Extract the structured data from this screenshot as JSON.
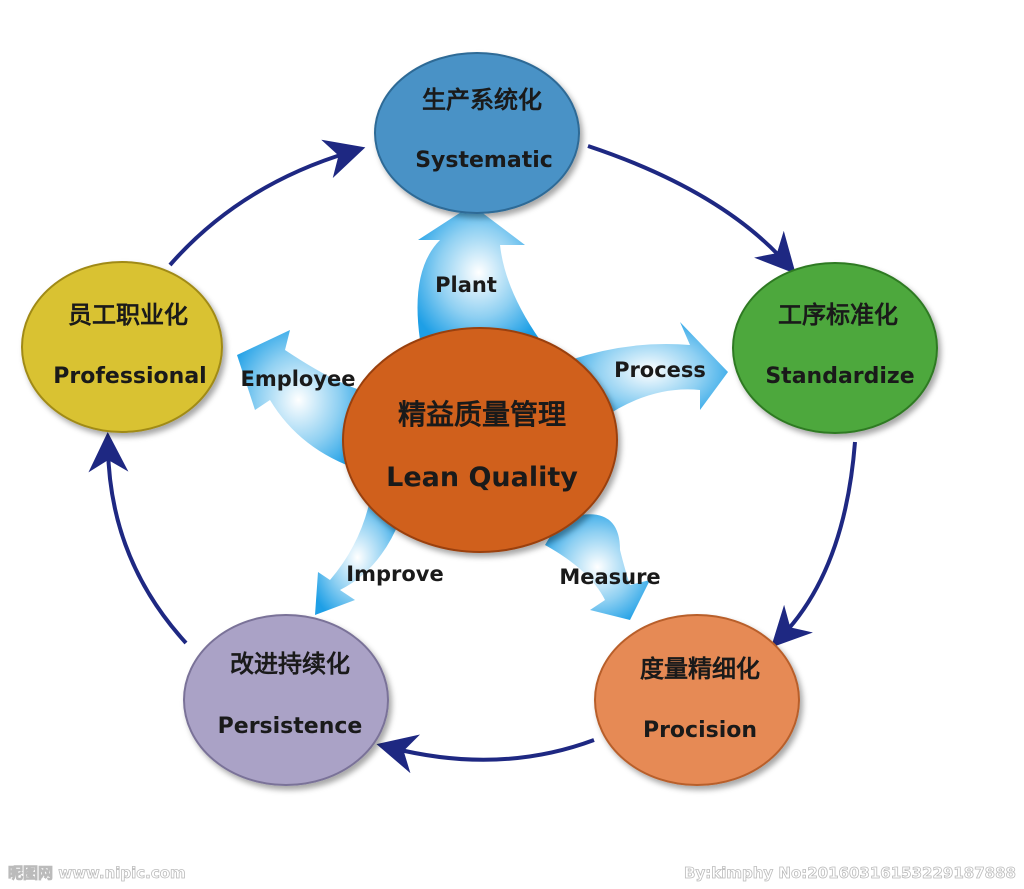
{
  "center": {
    "zh": "精益质量管理",
    "en": "Lean Quality",
    "color": "#d0601e"
  },
  "nodes": [
    {
      "zh": "生产系统化",
      "en": "Systematic",
      "color": "#4a92c6"
    },
    {
      "zh": "工序标准化",
      "en": "Standardize",
      "color": "#4ea83e"
    },
    {
      "zh": "度量精细化",
      "en": "Procision",
      "color": "#e68a55"
    },
    {
      "zh": "改进持续化",
      "en": "Persistence",
      "color": "#aaa2c6"
    },
    {
      "zh": "员工职业化",
      "en": "Professional",
      "color": "#d9c232"
    }
  ],
  "spokes": [
    "Plant",
    "Process",
    "Measure",
    "Improve",
    "Employee"
  ],
  "colors": {
    "cycle_arrow": "#1e2882",
    "spoke_arrow": "#2aa6e6"
  },
  "watermark": {
    "left": "昵图网 www.nipic.com",
    "right": "By:kimphy No:20160316153229187888"
  }
}
